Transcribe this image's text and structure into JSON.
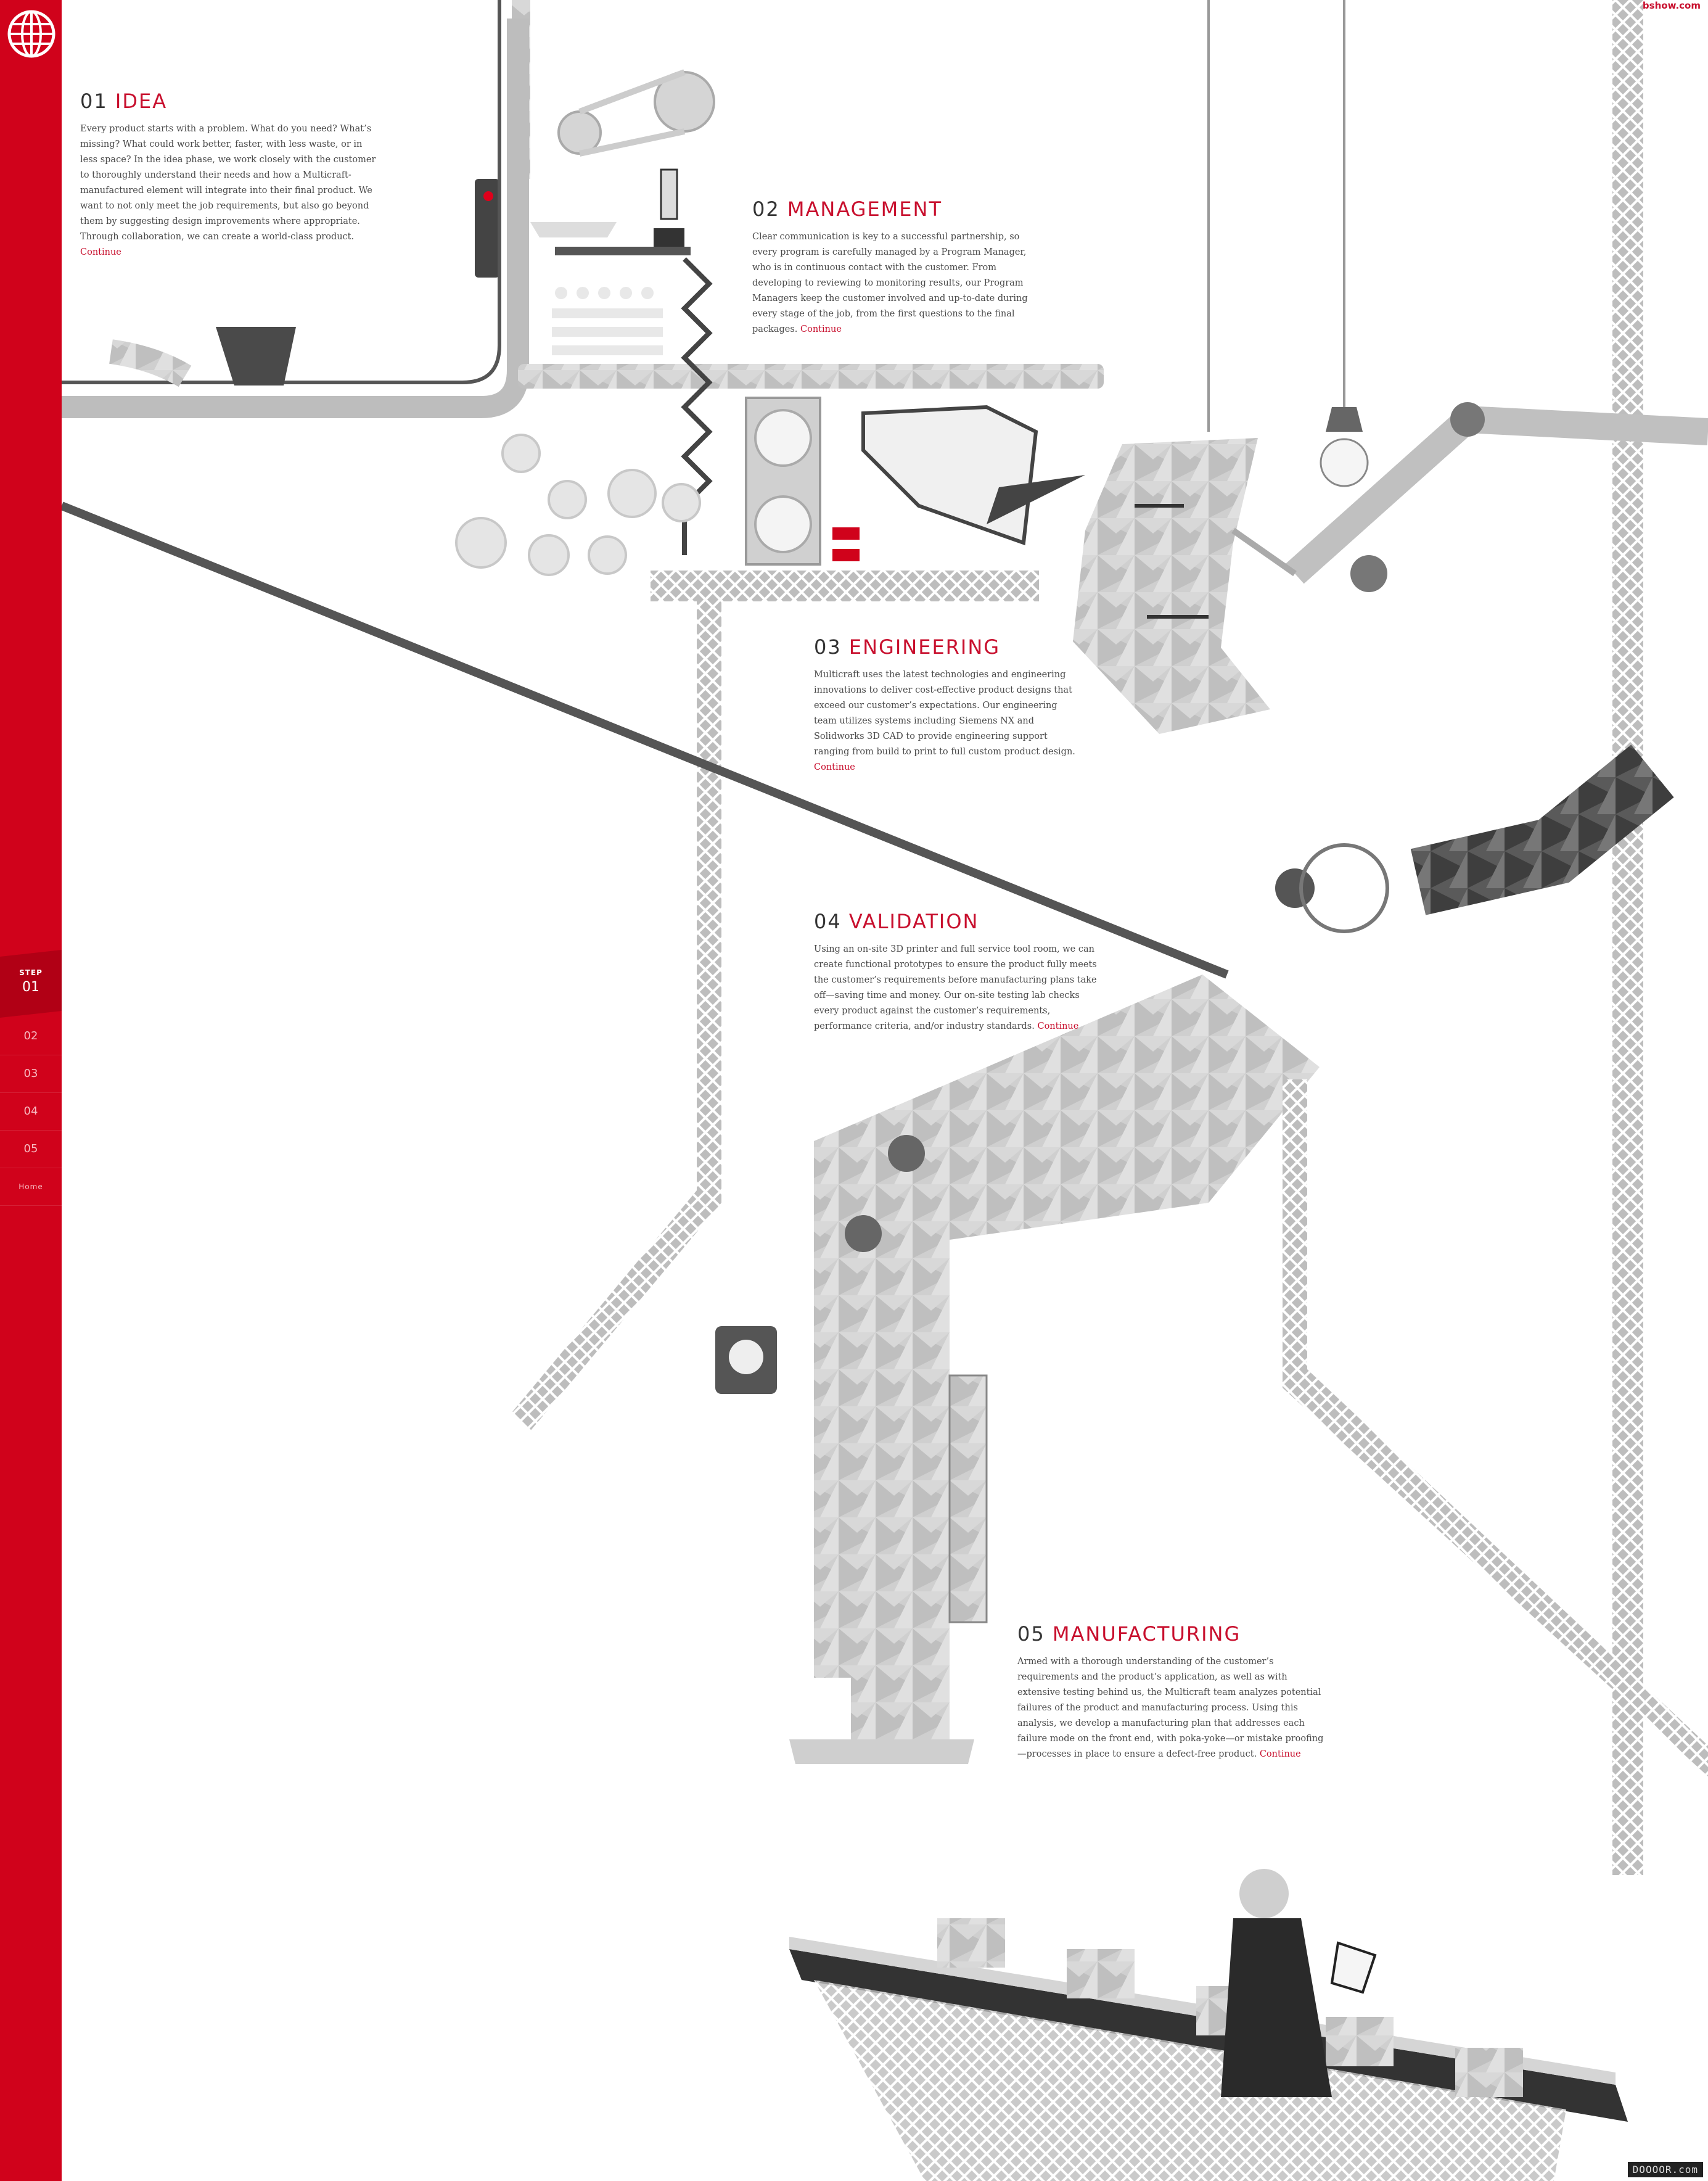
{
  "sidebar": {
    "logo_icon": "globe-icon",
    "active_step_label": "STEP",
    "active_step_number": "01",
    "steps": [
      "02",
      "03",
      "04",
      "05"
    ],
    "extra_item": "Home"
  },
  "sections": [
    {
      "number": "01",
      "title": "IDEA",
      "body": "Every product starts with a problem. What do you need? What’s missing? What could work better, faster, with less waste, or in less space? In the idea phase, we work closely with the customer to thoroughly understand their needs and how a Multicraft-manufactured element will integrate into their final product. We want to not only meet the job requirements, but also go beyond them by suggesting design improvements where appropriate. Through collaboration, we can create a world-class product.",
      "link": "Continue"
    },
    {
      "number": "02",
      "title": "MANAGEMENT",
      "body": "Clear communication is key to a successful partnership, so every program is carefully managed by a Program Manager, who is in continuous contact with the customer. From developing to reviewing to monitoring results, our Program Managers keep the customer involved and up-to-date during every stage of the job, from the first questions to the final packages.",
      "link": "Continue"
    },
    {
      "number": "03",
      "title": "ENGINEERING",
      "body": "Multicraft uses the latest technologies and engineering innovations to deliver cost-effective product designs that exceed our customer’s expectations. Our engineering team utilizes systems including Siemens NX and Solidworks 3D CAD to provide engineering support ranging from build to print to full custom product design.",
      "link": "Continue"
    },
    {
      "number": "04",
      "title": "VALIDATION",
      "body": "Using an on-site 3D printer and full service tool room, we can create functional prototypes to ensure the product fully meets the customer’s requirements before manufacturing plans take off—saving time and money. Our on-site testing lab checks every product against the customer’s requirements, performance criteria, and/or industry standards.",
      "link": "Continue"
    },
    {
      "number": "05",
      "title": "MANUFACTURING",
      "body": "Armed with a thorough understanding of the customer’s requirements and the product’s application, as well as with extensive testing behind us, the Multicraft team analyzes potential failures of the product and manufacturing process. Using this analysis, we develop a manufacturing plan that addresses each failure mode on the front end, with poka-yoke—or mistake proofing—processes in place to ensure a defect-free product.",
      "link": "Continue"
    }
  ],
  "watermark_top": "Cwebshow.com",
  "watermark_bottom": "DOOOOR.com",
  "colors": {
    "brand_red": "#d0021b",
    "title_red": "#c8102e",
    "steel_gray": "#9a9a9a",
    "dark_gray": "#333333"
  }
}
